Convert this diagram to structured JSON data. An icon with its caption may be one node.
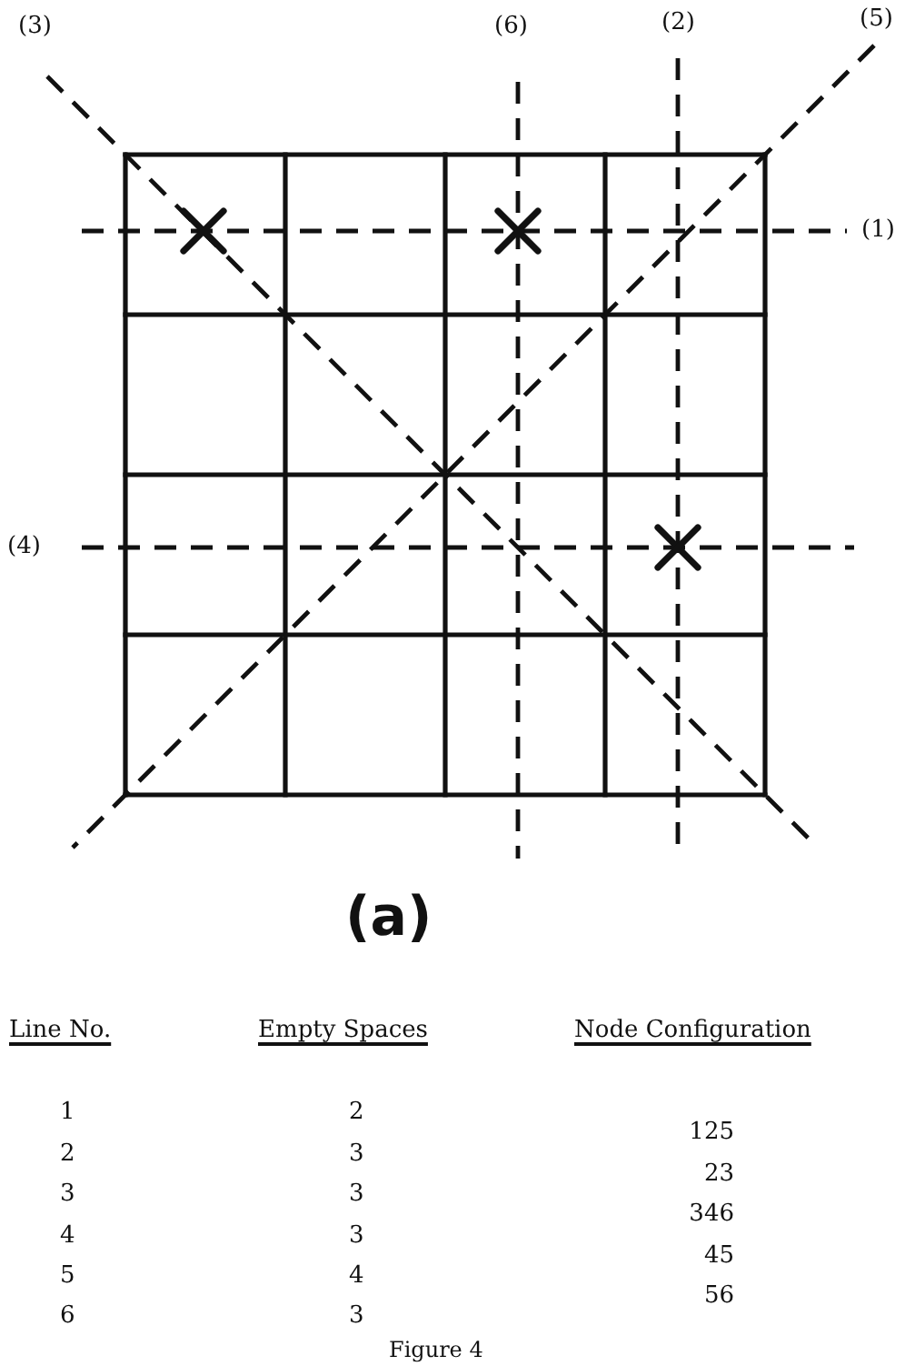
{
  "diagram": {
    "caption": "Figure 4",
    "labels": [
      "(3)",
      "(6)",
      "(2)",
      "(5)",
      "(1)",
      "(4)",
      "(a)",
      "Line No.",
      "Empty Spaces",
      "Node Configuration",
      "1",
      "2",
      "125",
      "2",
      "3",
      "23",
      "3",
      "3",
      "346",
      "4",
      "3",
      "45",
      "5",
      "4",
      "56",
      "6",
      "3"
    ]
  }
}
